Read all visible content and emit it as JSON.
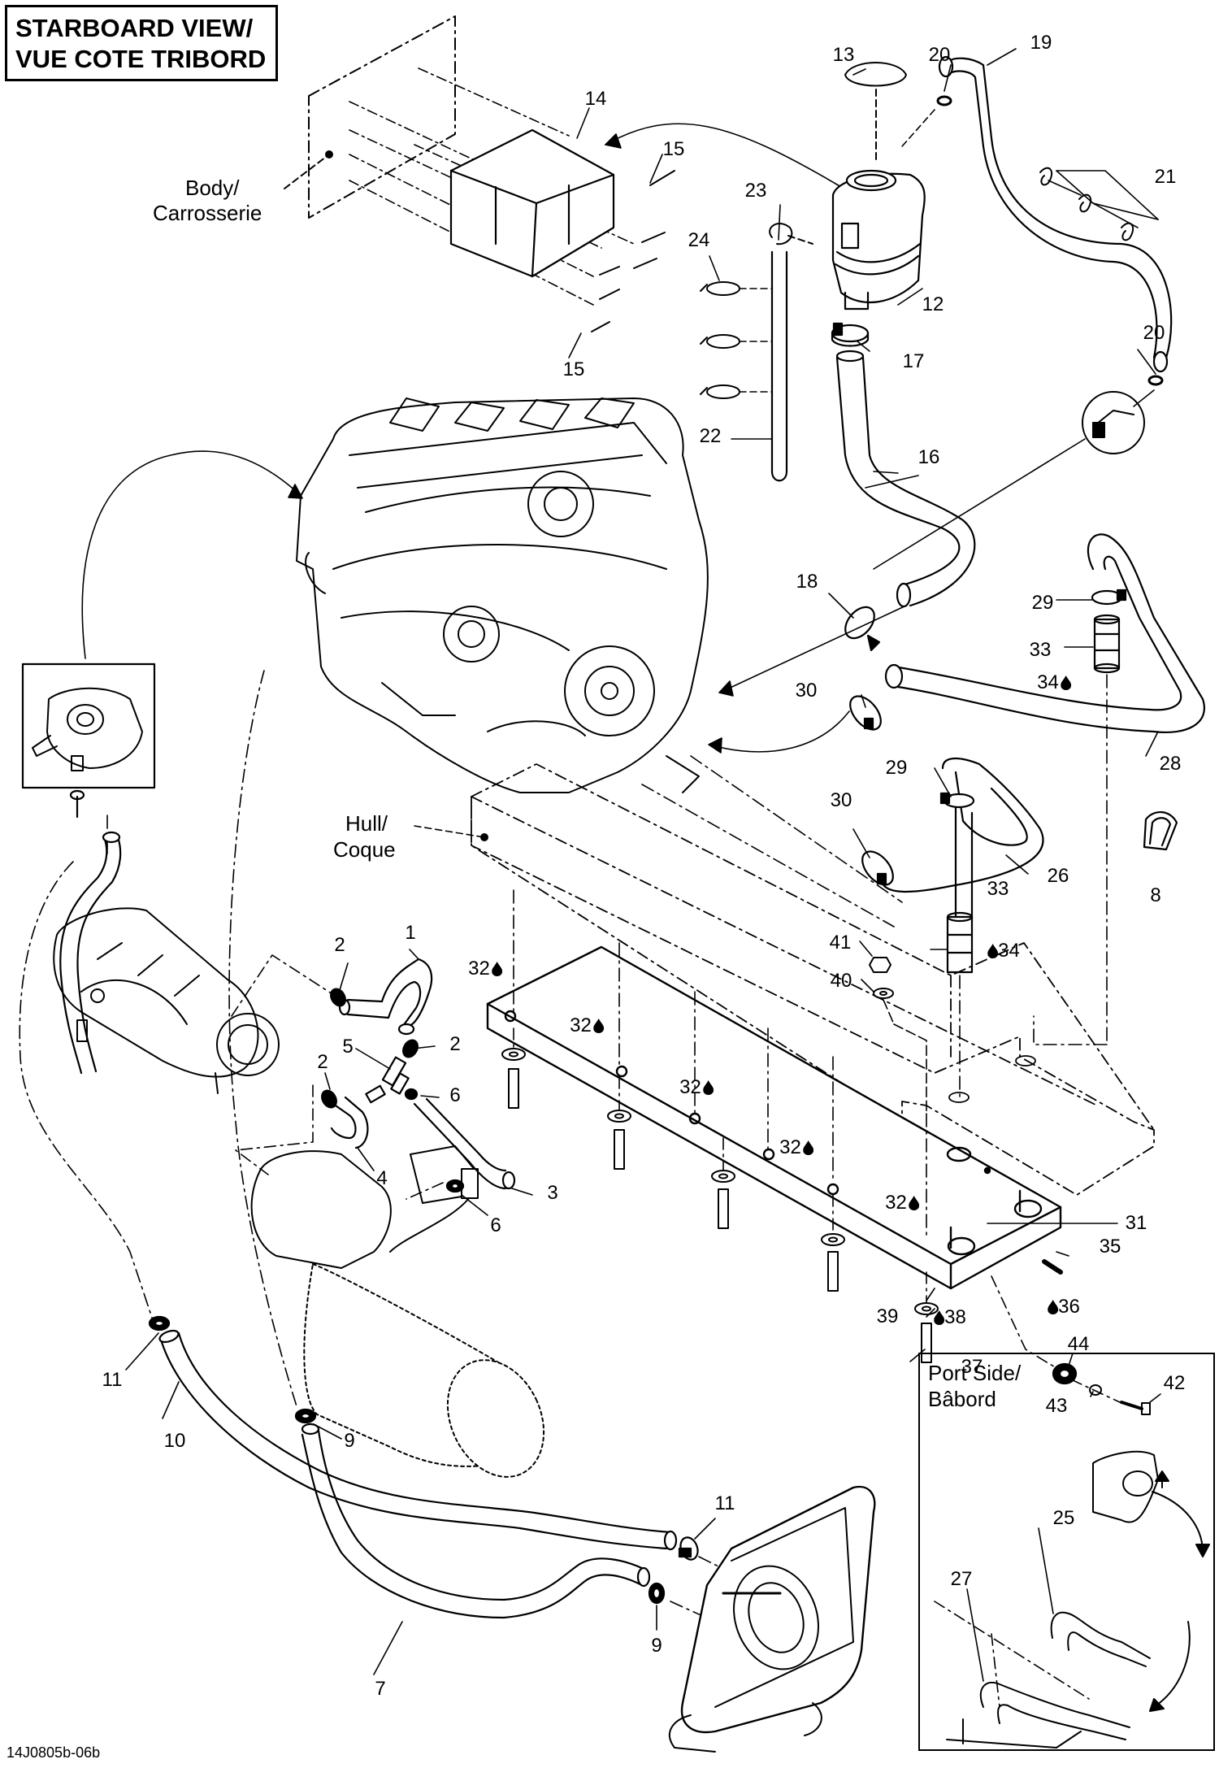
{
  "title": {
    "line1": "STARBOARD VIEW/",
    "line2": "VUE COTE TRIBORD"
  },
  "notes": {
    "body_en": "Body/",
    "body_fr": "Carrosserie",
    "hull_en": "Hull/",
    "hull_fr": "Coque"
  },
  "inset": {
    "title_en": "Port Side/",
    "title_fr": "Bâbord",
    "callouts": [
      "25",
      "27"
    ]
  },
  "drawing_code": "14J0805b-06b",
  "callouts": [
    {
      "label": "1",
      "drop": false
    },
    {
      "label": "2",
      "drop": false
    },
    {
      "label": "2",
      "drop": false
    },
    {
      "label": "2",
      "drop": false
    },
    {
      "label": "3",
      "drop": false
    },
    {
      "label": "4",
      "drop": false
    },
    {
      "label": "5",
      "drop": false
    },
    {
      "label": "6",
      "drop": false
    },
    {
      "label": "6",
      "drop": false
    },
    {
      "label": "7",
      "drop": false
    },
    {
      "label": "8",
      "drop": false
    },
    {
      "label": "9",
      "drop": false
    },
    {
      "label": "9",
      "drop": false
    },
    {
      "label": "10",
      "drop": false
    },
    {
      "label": "11",
      "drop": false
    },
    {
      "label": "11",
      "drop": false
    },
    {
      "label": "12",
      "drop": false
    },
    {
      "label": "13",
      "drop": false
    },
    {
      "label": "14",
      "drop": false
    },
    {
      "label": "15",
      "drop": false
    },
    {
      "label": "15",
      "drop": false
    },
    {
      "label": "16",
      "drop": false
    },
    {
      "label": "17",
      "drop": false
    },
    {
      "label": "18",
      "drop": false
    },
    {
      "label": "19",
      "drop": false
    },
    {
      "label": "20",
      "drop": false
    },
    {
      "label": "20",
      "drop": false
    },
    {
      "label": "21",
      "drop": false
    },
    {
      "label": "22",
      "drop": false
    },
    {
      "label": "23",
      "drop": false
    },
    {
      "label": "24",
      "drop": false
    },
    {
      "label": "26",
      "drop": false
    },
    {
      "label": "28",
      "drop": false
    },
    {
      "label": "29",
      "drop": false
    },
    {
      "label": "29",
      "drop": false
    },
    {
      "label": "30",
      "drop": false
    },
    {
      "label": "30",
      "drop": false
    },
    {
      "label": "31",
      "drop": false
    },
    {
      "label": "32",
      "drop": true
    },
    {
      "label": "32",
      "drop": true
    },
    {
      "label": "32",
      "drop": true
    },
    {
      "label": "32",
      "drop": true
    },
    {
      "label": "32",
      "drop": true
    },
    {
      "label": "33",
      "drop": false
    },
    {
      "label": "33",
      "drop": false
    },
    {
      "label": "34",
      "drop": true
    },
    {
      "label": "34",
      "drop": true,
      "drop_before": true
    },
    {
      "label": "35",
      "drop": false
    },
    {
      "label": "36",
      "drop": true,
      "drop_before": true
    },
    {
      "label": "37",
      "drop": false
    },
    {
      "label": "38",
      "drop": true,
      "drop_before": true
    },
    {
      "label": "39",
      "drop": false
    },
    {
      "label": "40",
      "drop": false
    },
    {
      "label": "41",
      "drop": false
    },
    {
      "label": "42",
      "drop": false
    },
    {
      "label": "43",
      "drop": false
    },
    {
      "label": "44",
      "drop": false
    }
  ]
}
